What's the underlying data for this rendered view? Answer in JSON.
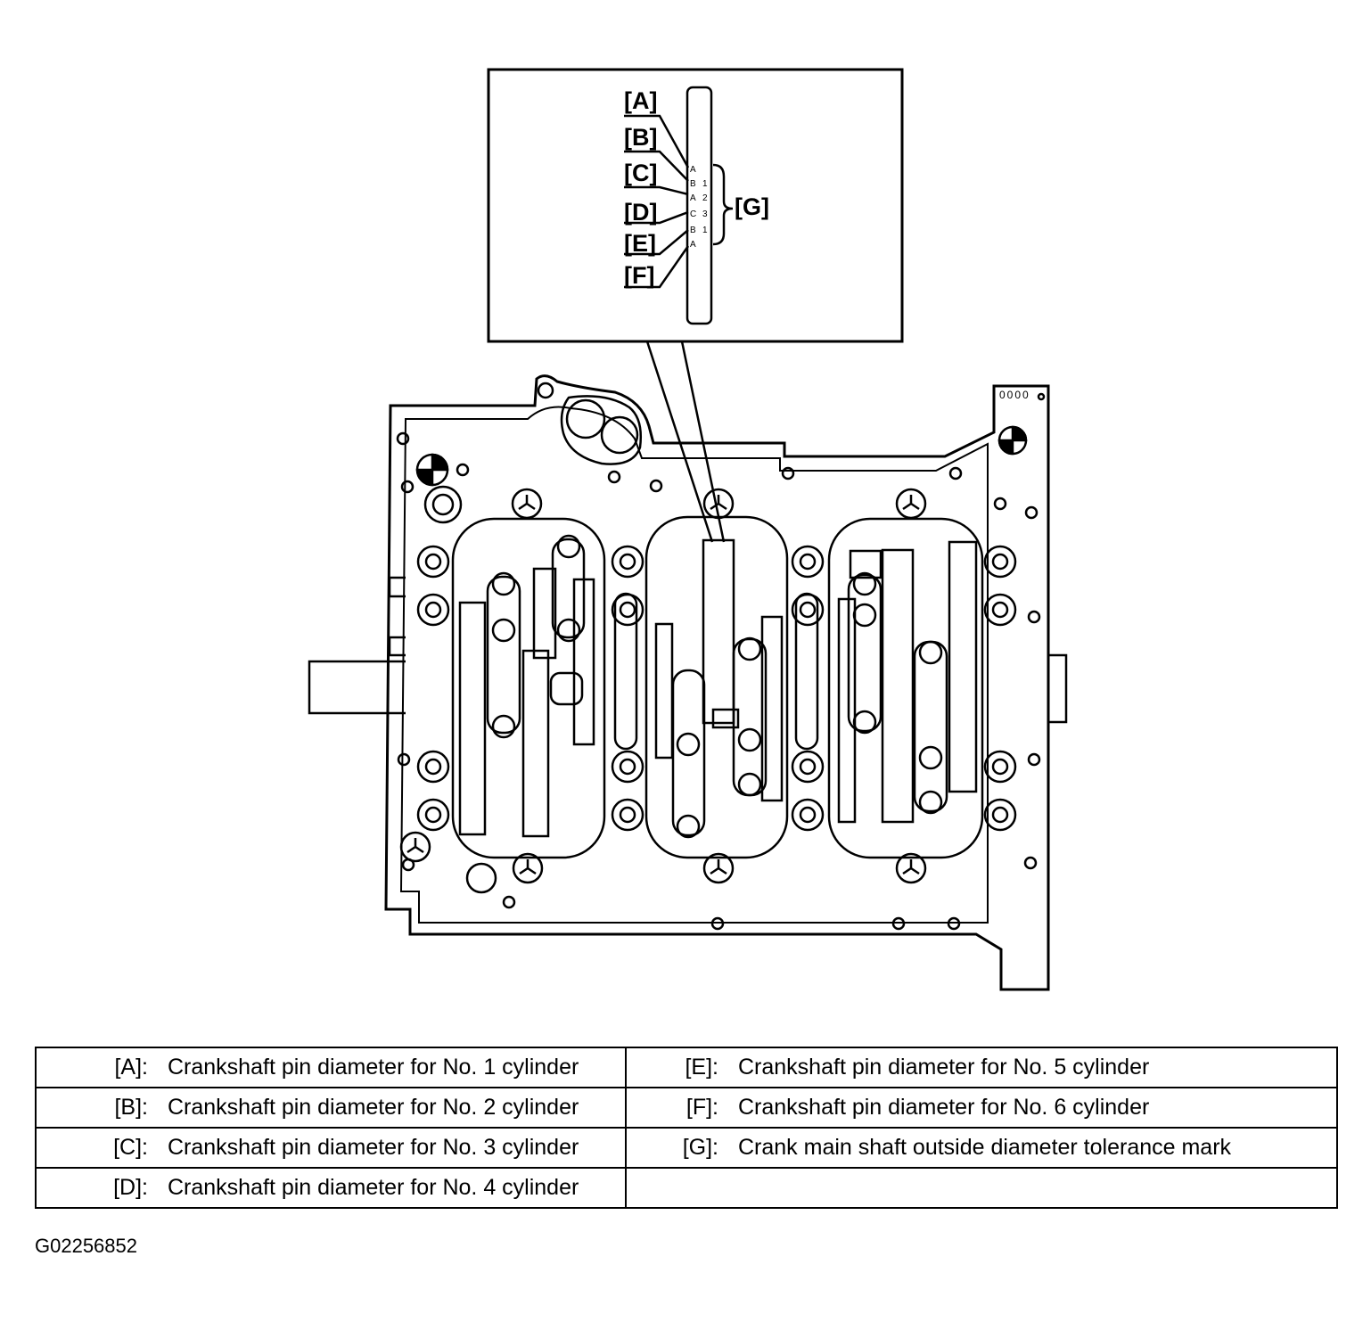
{
  "inset": {
    "callouts": [
      "[A]",
      "[B]",
      "[C]",
      "[D]",
      "[E]",
      "[F]"
    ],
    "group_callout": "[G]",
    "pin_marks": [
      "A",
      "B",
      "A",
      "C",
      "B",
      "A"
    ],
    "journal_marks": [
      "1",
      "2",
      "3",
      "1"
    ]
  },
  "block": {
    "plate_marks": "0000"
  },
  "legend": {
    "rows": [
      {
        "left_key": "[A]:",
        "left_text": "Crankshaft pin diameter for No. 1 cylinder",
        "right_key": "[E]:",
        "right_text": "Crankshaft pin diameter for No. 5 cylinder"
      },
      {
        "left_key": "[B]:",
        "left_text": "Crankshaft pin diameter for No. 2 cylinder",
        "right_key": "[F]:",
        "right_text": "Crankshaft pin diameter for No. 6 cylinder"
      },
      {
        "left_key": "[C]:",
        "left_text": "Crankshaft pin diameter for No. 3 cylinder",
        "right_key": "[G]:",
        "right_text": "Crank main shaft outside diameter tolerance mark"
      },
      {
        "left_key": "[D]:",
        "left_text": "Crankshaft pin diameter for No. 4 cylinder",
        "right_key": "",
        "right_text": ""
      }
    ]
  },
  "figure_id": "G02256852"
}
